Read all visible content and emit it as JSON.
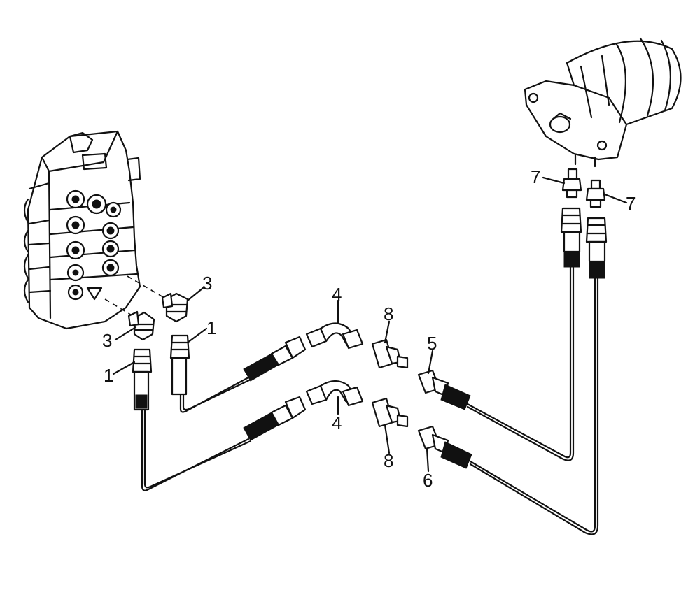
{
  "diagram": {
    "callouts": [
      {
        "id": "c3a",
        "text": "3"
      },
      {
        "id": "c3b",
        "text": "3"
      },
      {
        "id": "c1a",
        "text": "1"
      },
      {
        "id": "c1b",
        "text": "1"
      },
      {
        "id": "c4a",
        "text": "4"
      },
      {
        "id": "c4b",
        "text": "4"
      },
      {
        "id": "c8a",
        "text": "8"
      },
      {
        "id": "c8b",
        "text": "8"
      },
      {
        "id": "c5",
        "text": "5"
      },
      {
        "id": "c6",
        "text": "6"
      },
      {
        "id": "c7a",
        "text": "7"
      },
      {
        "id": "c7b",
        "text": "7"
      }
    ]
  }
}
